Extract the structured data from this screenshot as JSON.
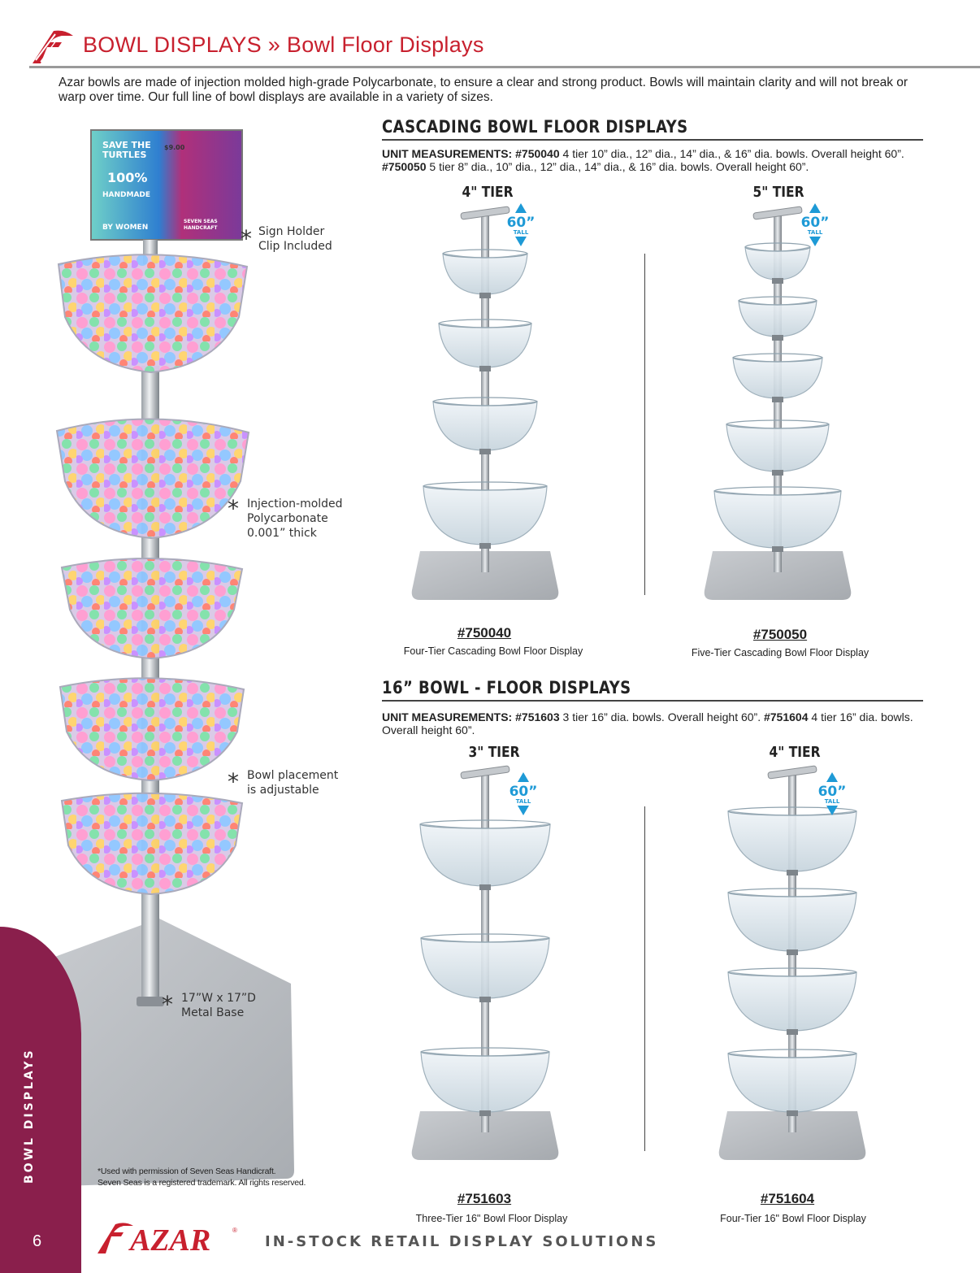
{
  "header": {
    "title": "BOWL DISPLAYS » Bowl Floor Displays",
    "intro": "Azar bowls are made of injection molded high-grade Polycarbonate, to ensure a clear and strong product. Bowls will maintain clarity and will not break or warp over time. Our full line of bowl displays are available in a variety of sizes."
  },
  "callouts": {
    "sign_holder": [
      "Sign Holder",
      "Clip Included"
    ],
    "polycarbonate": [
      "Injection-molded",
      "Polycarbonate",
      "0.001” thick"
    ],
    "placement": [
      "Bowl placement",
      "is adjustable"
    ],
    "base": [
      "17”W x 17”D",
      "Metal Base"
    ],
    "asterisk": "*"
  },
  "sign": {
    "line1": "SAVE THE",
    "line2": "TURTLES",
    "price": "$9.00",
    "pct": "100%",
    "handmade": "HANDMADE",
    "women": "BY WOMEN",
    "brand1": "SEVEN SEAS",
    "brand2": "HANDCRAFT"
  },
  "cascading": {
    "title": "CASCADING BOWL FLOOR DISPLAYS",
    "meas_label": "UNIT MEASUREMENTS:",
    "sku1": "#750040",
    "meas1": " 4 tier 10” dia., 12” dia., 14” dia., & 16” dia. bowls. Overall height 60”. ",
    "sku2": "#750050",
    "meas2": " 5 tier 8” dia., 10” dia., 12” dia., 14” dia., & 16” dia. bowls. Overall height 60”.",
    "left": {
      "tier": "4\" TIER",
      "num": "#750040",
      "desc": "Four-Tier Cascading Bowl Floor Display"
    },
    "right": {
      "tier": "5\" TIER",
      "num": "#750050",
      "desc": "Five-Tier Cascading Bowl Floor Display"
    }
  },
  "sixteen": {
    "title": "16” BOWL - FLOOR DISPLAYS",
    "meas_label": "UNIT MEASUREMENTS:",
    "sku1": "#751603",
    "meas1": " 3 tier 16” dia. bowls. Overall height 60”. ",
    "sku2": "#751604",
    "meas2": " 4 tier 16” dia. bowls. Overall height 60”.",
    "left": {
      "tier": "3\" TIER",
      "num": "#751603",
      "desc": "Three-Tier 16\" Bowl Floor Display"
    },
    "right": {
      "tier": "4\" TIER",
      "num": "#751604",
      "desc": "Four-Tier 16\" Bowl Floor Display"
    }
  },
  "height_badge": {
    "value": "60”",
    "label": "TALL"
  },
  "permission": [
    "*Used with permission of Seven Seas Handicraft.",
    "Seven Seas is a registered trademark. All rights reserved."
  ],
  "sidebar": {
    "label": "BOWL DISPLAYS",
    "page": "6"
  },
  "footer": {
    "brand": "AZAR",
    "reg": "®",
    "tagline": "IN-STOCK RETAIL DISPLAY SOLUTIONS"
  },
  "colors": {
    "brand_red": "#c8202e",
    "sidebar": "#8a1f4c",
    "badge_blue": "#1e9ad6"
  }
}
